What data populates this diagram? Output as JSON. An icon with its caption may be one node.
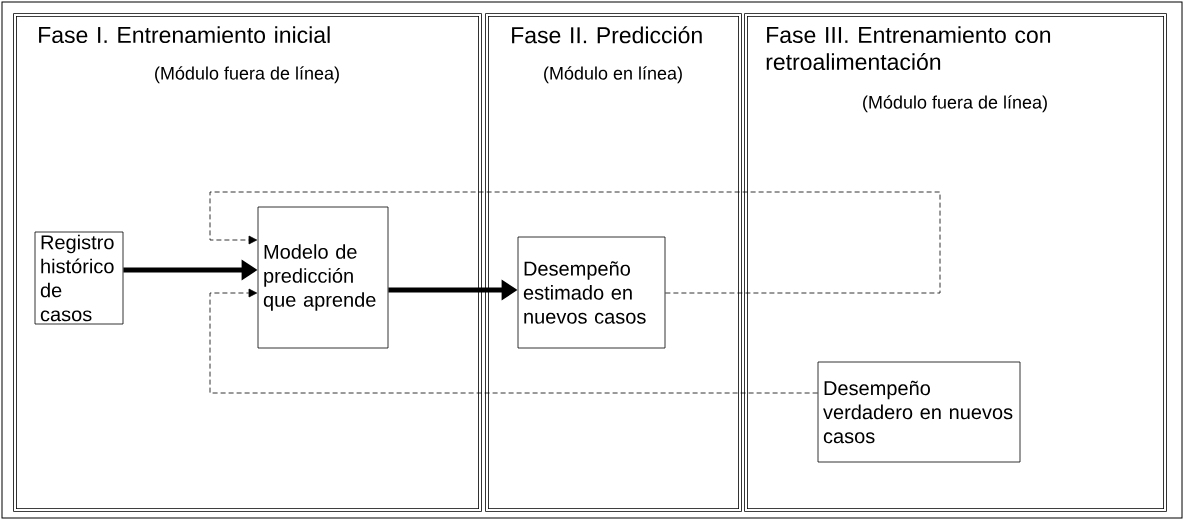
{
  "diagram": {
    "nodes": [
      {
        "text": [
          "Fase I. Entrenamiento inicial",
          "(Módulo fuera de línea)"
        ]
      },
      {
        "text": [
          "Fase II. Predicción",
          "(Módulo en línea)"
        ]
      },
      {
        "text": [
          "Fase III. Entrenamiento con retroalimentación",
          "(Módulo fuera de línea)"
        ]
      },
      {
        "text": [
          "Registro histórico de casos"
        ],
        "in": 0
      },
      {
        "text": [
          "Modelo de predicción que aprende"
        ],
        "in": 0
      },
      {
        "text": [
          "Desempeño estimado en nuevos casos"
        ],
        "in": 1
      },
      {
        "text": [
          "Desempeño verdadero en nuevos casos"
        ],
        "in": 2
      }
    ],
    "edges": [
      {
        "from": 3,
        "to": 4,
        "arrow": "to",
        "style": "thick"
      },
      {
        "from": 4,
        "to": 5,
        "arrow": "to",
        "style": "thick"
      },
      {
        "from": 5,
        "to": 4,
        "arrow": "to",
        "style": "dashed"
      },
      {
        "from": 6,
        "to": 4,
        "arrow": "to",
        "style": "dashed"
      }
    ]
  }
}
